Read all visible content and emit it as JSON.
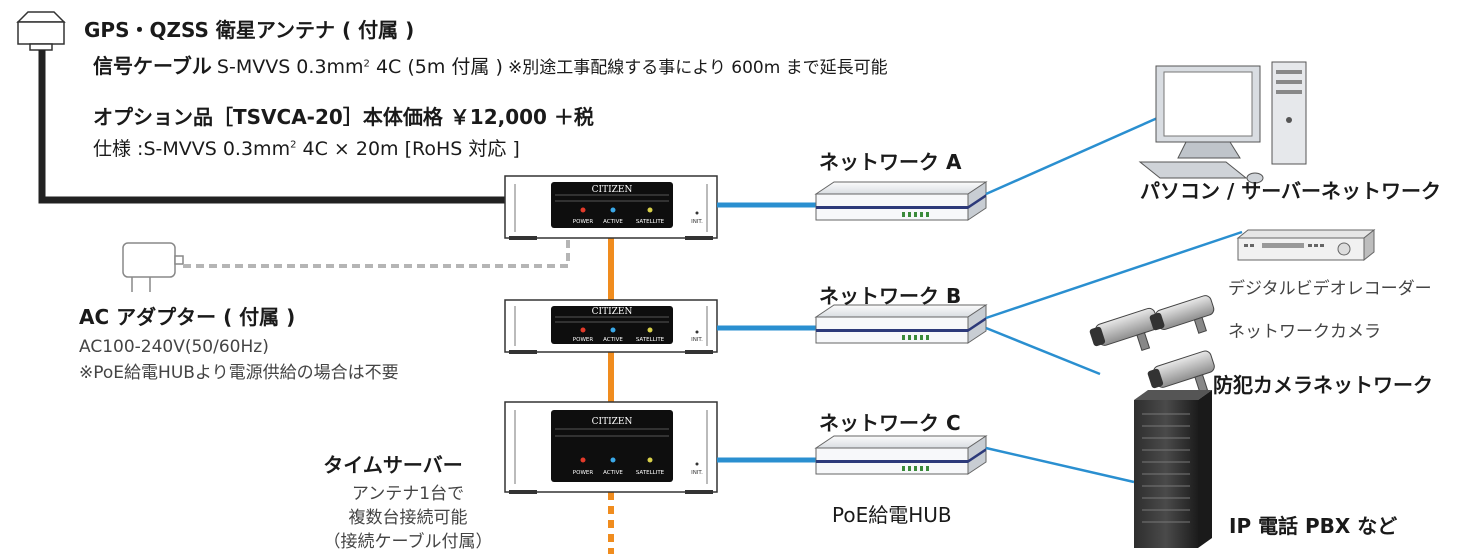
{
  "antenna": {
    "title": "GPS・QZSS 衛星アンテナ ( 付属 )",
    "cable_label": "信号ケーブル",
    "cable_spec": "S-MVVS 0.3mm",
    "cable_sup": "2",
    "cable_spec_tail": " 4C (5m 付属 )",
    "cable_note": "※別途工事配線する事により 600m まで延長可能"
  },
  "option": {
    "title": "オプション品［TSVCA-20］本体価格 ￥12,000 ＋税",
    "spec_head": "仕様 :S-MVVS 0.3mm",
    "spec_sup": "2",
    "spec_tail": " 4C × 20m [RoHS 対応 ]"
  },
  "adapter": {
    "title": "AC アダプター ( 付属 )",
    "spec": "AC100-240V(50/60Hz)",
    "note": "※PoE給電HUBより電源供給の場合は不要"
  },
  "timeserver": {
    "title": "タイムサーバー",
    "line1": "アンテナ1台で",
    "line2": "複数台接続可能",
    "line3": "（接続ケーブル付属）",
    "brand": "CITIZEN",
    "led_power": "POWER",
    "led_active": "ACTIVE",
    "led_satellite": "SATELLITE",
    "init": "INIT."
  },
  "networks": {
    "a": "ネットワーク A",
    "b": "ネットワーク B",
    "c": "ネットワーク C",
    "poe_hub": "PoE給電HUB"
  },
  "destinations": {
    "pc": "パソコン / サーバーネットワーク",
    "dvr": "デジタルビデオレコーダー",
    "camera": "ネットワークカメラ",
    "camera_net": "防犯カメラネットワーク",
    "pbx": "IP 電話 PBX など"
  },
  "colors": {
    "lan": "#2a8fd0",
    "sync": "#f08c1e",
    "antenna_cable": "#222222",
    "power_cable": "#b5b5b5"
  }
}
